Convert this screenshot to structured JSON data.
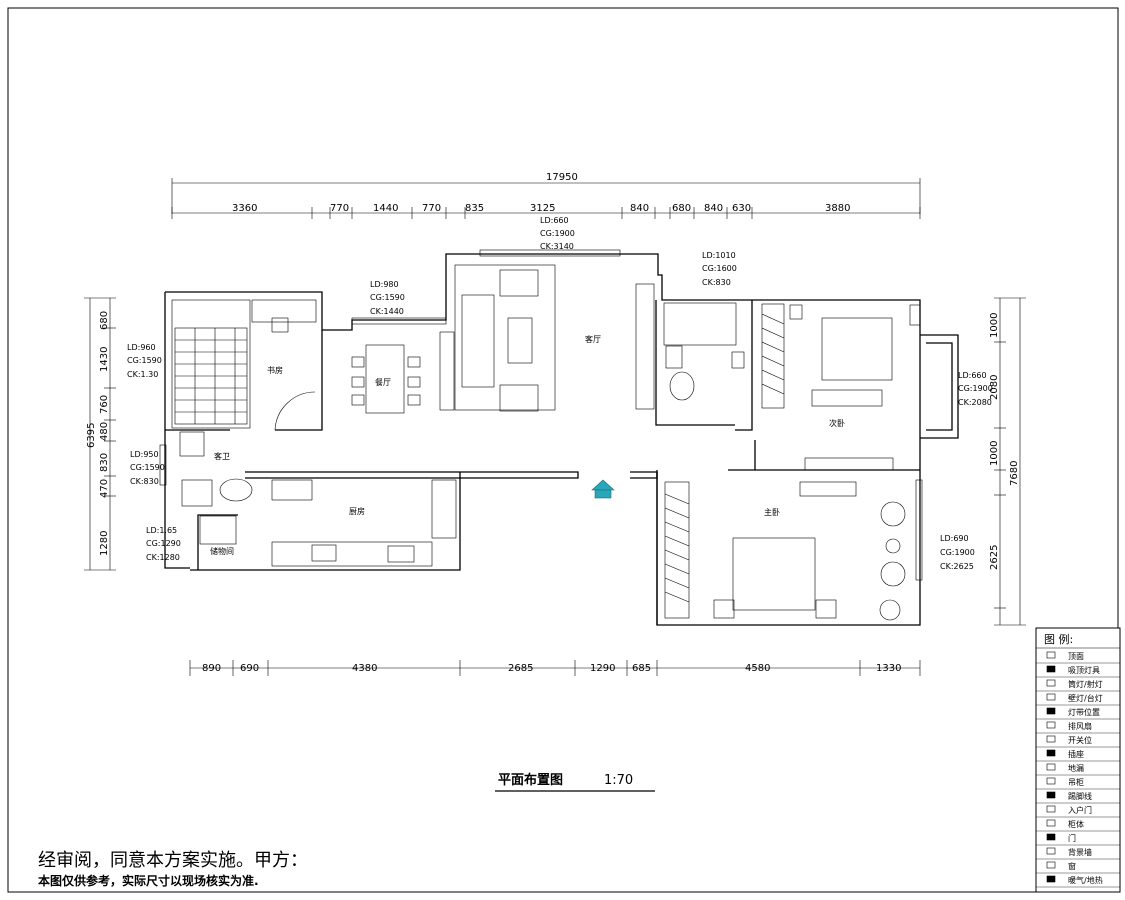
{
  "plan": {
    "title": "平面布置图",
    "scale": "1:70",
    "approval": "经审阅，同意本方案实施。甲方：",
    "disclaimer": "本图仅供参考，实际尺寸以现场核实为准."
  },
  "dims": {
    "total_top": "17950",
    "top": [
      "3360",
      "770",
      "1440",
      "770",
      "835",
      "3125",
      "840",
      "680",
      "840",
      "630",
      "3880"
    ],
    "bottom": [
      "890",
      "690",
      "4380",
      "2685",
      "1290",
      "685",
      "4580",
      "1330"
    ],
    "left_total": "6395",
    "left": [
      "680",
      "1430",
      "760",
      "480",
      "830",
      "470",
      "1280"
    ],
    "right_total": "7680",
    "right": [
      "1000",
      "2080",
      "1000",
      "2625"
    ]
  },
  "rooms": {
    "study": "书房",
    "dining": "餐厅",
    "living": "客厅",
    "guest_bath": "客卫",
    "kitchen": "厨房",
    "storage": "储物间",
    "second_bed": "次卧",
    "master_bed": "主卧"
  },
  "annotations": {
    "living_ld": "LD:660",
    "living_cg": "CG:1900",
    "living_ck": "CK:3140",
    "dining_ld": "LD:980",
    "dining_cg": "CG:1590",
    "dining_ck": "CK:1440",
    "bath_ld": "LD:1010",
    "bath_cg": "CG:1600",
    "bath_ck": "CK:830",
    "study_ld": "LD:960",
    "study_cg": "CG:1590",
    "study_ck": "CK:1.30",
    "gbath_ld": "LD:950",
    "gbath_cg": "CG:1590",
    "gbath_ck": "CK:830",
    "store_ld": "LD:1.65",
    "store_cg": "CG:1290",
    "store_ck": "CK:1280",
    "bed2_ld": "LD:660",
    "bed2_cg": "CG:1900",
    "bed2_ck": "CK:2080",
    "master_ld": "LD:690",
    "master_cg": "CG:1900",
    "master_ck": "CK:2625"
  },
  "legend": {
    "title": "图 例:",
    "items": [
      "顶面",
      "吸顶灯具",
      "筒灯/射灯",
      "壁灯/台灯",
      "灯带位置",
      "排风扇",
      "开关位",
      "插座",
      "地漏",
      "吊柜",
      "踢脚线",
      "入户门",
      "柜体",
      "门",
      "背景墙",
      "窗",
      "暖气/地热"
    ]
  }
}
